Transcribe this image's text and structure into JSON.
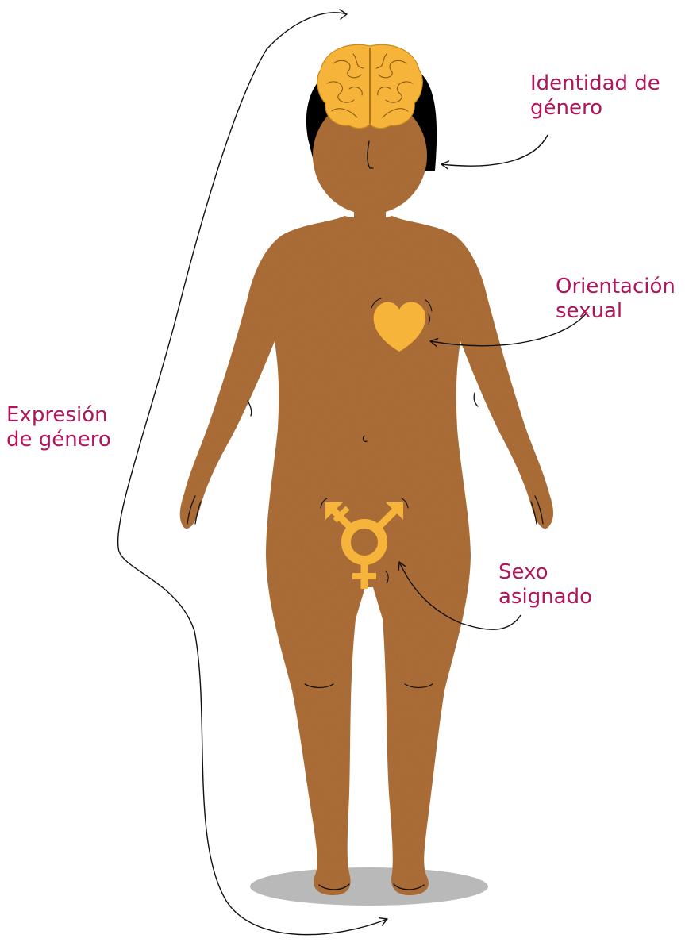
{
  "labels": {
    "gender_identity": {
      "line1": "Identidad de",
      "line2": "género"
    },
    "sexual_orientation": {
      "line1": "Orientación",
      "line2": "sexual"
    },
    "gender_expression": {
      "line1": "Expresión",
      "line2": "de género"
    },
    "assigned_sex": {
      "line1": "Sexo",
      "line2": "asignado"
    }
  },
  "colors": {
    "label_text": "#b0155c",
    "skin": "#b0713a",
    "skin_shadow": "#8f5628",
    "hair": "#111111",
    "symbol_yellow": "#f6b53a",
    "brain_outline": "#c8891d",
    "floor_shadow": "#b9b9b9",
    "arrow_line": "#111111"
  },
  "icons": [
    "brain-icon",
    "heart-icon",
    "transgender-symbol-icon"
  ]
}
